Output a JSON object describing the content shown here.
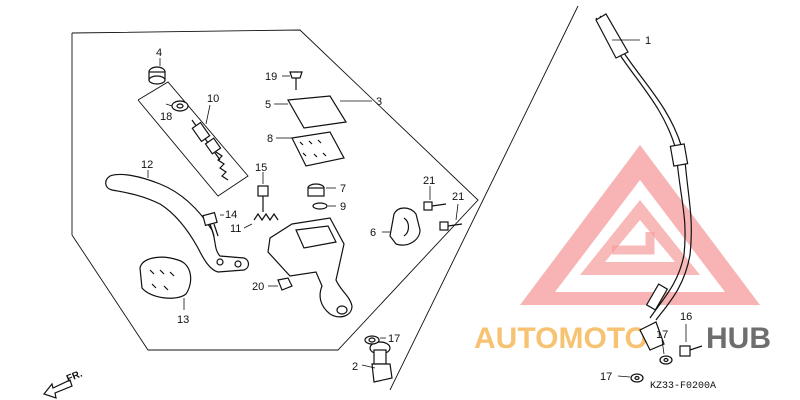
{
  "labels": {
    "p1": "1",
    "p2": "2",
    "p3": "3",
    "p4": "4",
    "p5": "5",
    "p6": "6",
    "p7": "7",
    "p8": "8",
    "p9": "9",
    "p10": "10",
    "p11": "11",
    "p12": "12",
    "p13": "13",
    "p14": "14",
    "p15": "15",
    "p16": "16",
    "p17a": "17",
    "p17b": "17",
    "p17c": "17",
    "p18": "18",
    "p19": "19",
    "p20": "20",
    "p21a": "21",
    "p21b": "21"
  },
  "direction_marker": "FR.",
  "diagram_code": "KZ33-F0200A",
  "watermark": {
    "text_red": "AUTOMOTO",
    "text_dark": "HUB",
    "colors": {
      "red": "#f07878",
      "orange": "#f6b95a",
      "dark": "#555555"
    }
  }
}
